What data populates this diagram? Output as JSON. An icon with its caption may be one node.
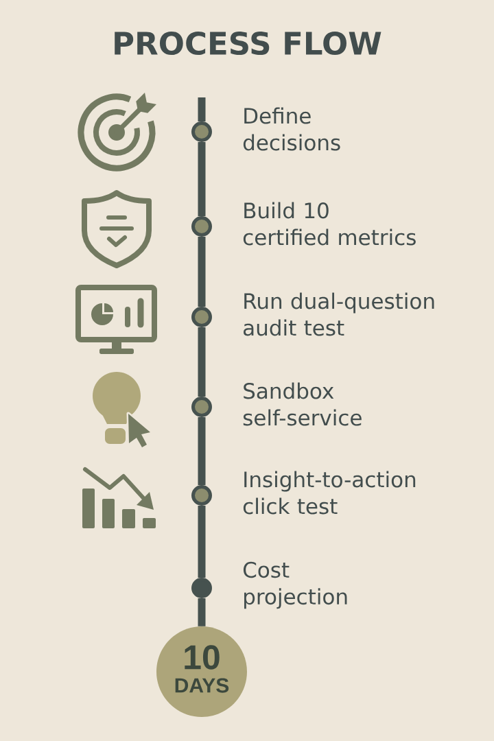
{
  "diagram": {
    "title": "PROCESS FLOW",
    "nodes": [
      {
        "text": [],
        "shape": "circle",
        "beside": [
          "Define decisions"
        ]
      },
      {
        "text": [],
        "shape": "circle",
        "beside": [
          "Build 10 certified metrics"
        ]
      },
      {
        "text": [],
        "shape": "circle",
        "beside": [
          "Run dual-question audit test"
        ]
      },
      {
        "text": [],
        "shape": "circle",
        "beside": [
          "Sandbox self-service"
        ]
      },
      {
        "text": [],
        "shape": "circle",
        "beside": [
          "Insight-to-action click test"
        ]
      },
      {
        "text": [],
        "shape": "circle"
      },
      {
        "text": [
          "10",
          "DAYS"
        ]
      }
    ],
    "edges": [
      {
        "from": null,
        "to": 0,
        "arrow": "none"
      },
      {
        "from": 0,
        "to": 1,
        "arrow": "none"
      },
      {
        "from": 1,
        "to": 2,
        "arrow": "none"
      },
      {
        "from": 2,
        "to": 3,
        "arrow": "none"
      },
      {
        "from": 3,
        "to": 4,
        "arrow": "none"
      },
      {
        "from": 4,
        "to": 5,
        "arrow": "none"
      },
      {
        "from": 5,
        "to": 6,
        "arrow": "none"
      }
    ],
    "labels": [
      "Cost projection"
    ]
  }
}
